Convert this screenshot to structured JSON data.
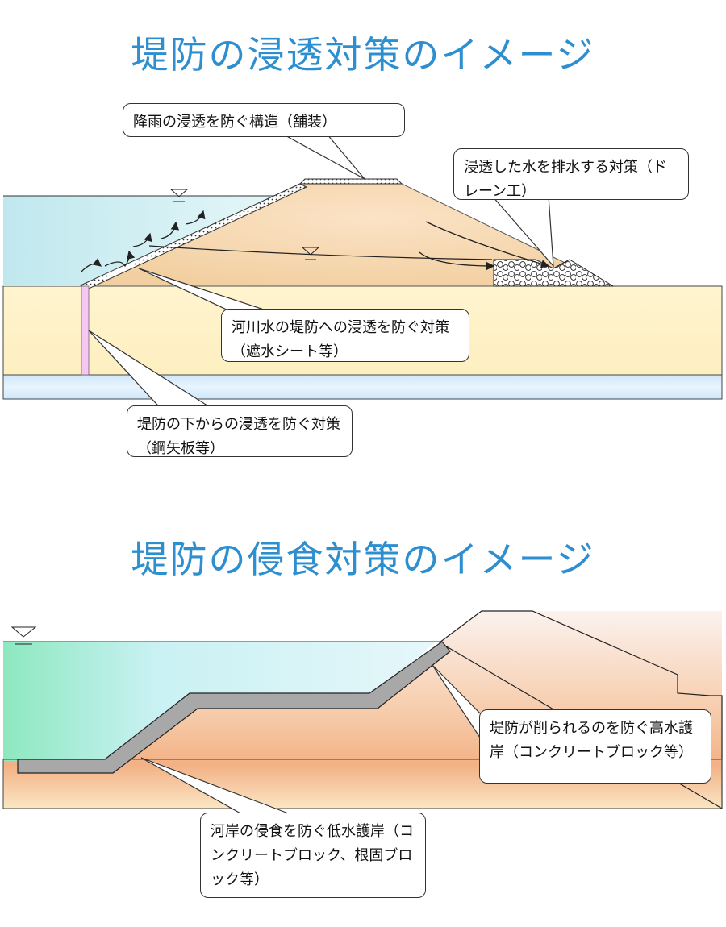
{
  "seepage": {
    "title": "堤防の浸透対策のイメージ",
    "callout_paving": "降雨の浸透を防ぐ構造（舗装）",
    "callout_drain": "浸透した水を排水する対策（ドレーン工）",
    "callout_sheet": "河川水の堤防への浸透を防ぐ対策（遮水シート等）",
    "callout_pile": "堤防の下からの浸透を防ぐ対策（鋼矢板等）"
  },
  "erosion": {
    "title": "堤防の侵食対策のイメージ",
    "callout_high": "堤防が削られるのを防ぐ高水護岸（コンクリートブロック等）",
    "callout_low": "河岸の侵食を防ぐ低水護岸（コンクリートブロック、根固ブロック等）"
  }
}
